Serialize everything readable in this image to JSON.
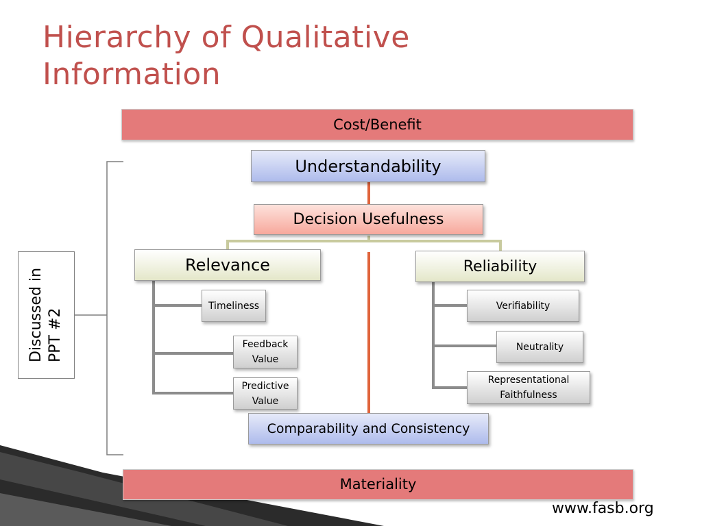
{
  "title": {
    "line1": "Hierarchy of Qualitative",
    "line2": "Information"
  },
  "constraints": {
    "top": "Cost/Benefit",
    "bottom": "Materiality"
  },
  "nodes": {
    "understandability": "Understandability",
    "decision_usefulness": "Decision Usefulness",
    "relevance": "Relevance",
    "reliability": "Reliability",
    "timeliness": "Timeliness",
    "feedback_value": {
      "line1": "Feedback",
      "line2": "Value"
    },
    "predictive_value": {
      "line1": "Predictive",
      "line2": "Value"
    },
    "verifiability": "Verifiability",
    "neutrality": "Neutrality",
    "representational_faithfulness": {
      "line1": "Representational",
      "line2": "Faithfulness"
    },
    "comparability": "Comparability and Consistency"
  },
  "side_note": {
    "line1": "Discussed in",
    "line2": "PPT #2"
  },
  "source": "www.fasb.org",
  "colors": {
    "title": "#c0504d",
    "banner": "#e47a7a",
    "center_line": "#e0643c",
    "understandability": "#aebbec",
    "decision_usefulness": "#f7a89c",
    "main_qualities": "#e4e7c9",
    "sub_qualities": "#cfcfcf"
  }
}
